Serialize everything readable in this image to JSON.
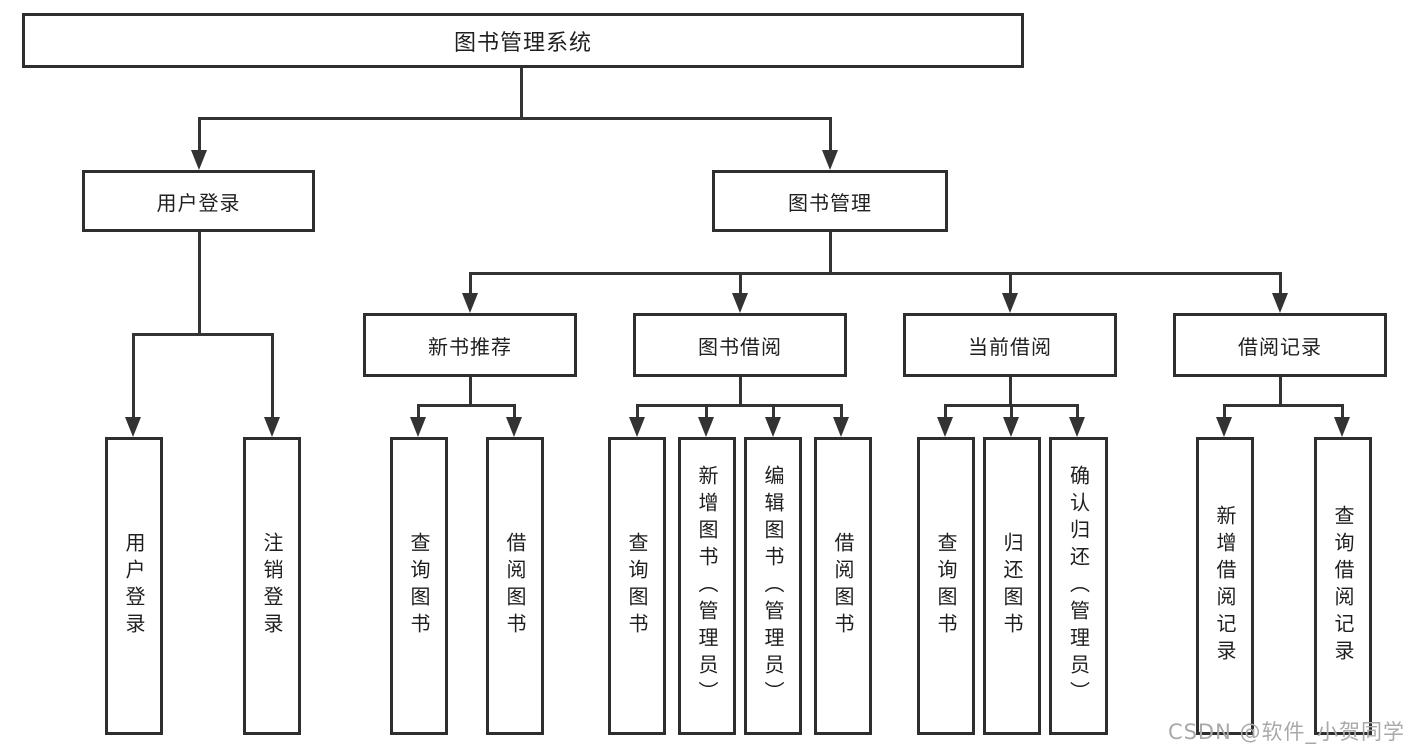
{
  "diagram": {
    "watermark": "CSDN @软件_小贺同学",
    "colors": {
      "line": "#333333",
      "border": "#2e2e2e",
      "text": "#1f1f1f",
      "watermark": "#a9a9a9",
      "background": "#ffffff"
    },
    "tree": {
      "label": "图书管理系统",
      "children": [
        {
          "label": "用户登录",
          "children": [
            {
              "label": "用户登录"
            },
            {
              "label": "注销登录"
            }
          ]
        },
        {
          "label": "图书管理",
          "children": [
            {
              "label": "新书推荐",
              "children": [
                {
                  "label": "查询图书"
                },
                {
                  "label": "借阅图书"
                }
              ]
            },
            {
              "label": "图书借阅",
              "children": [
                {
                  "label": "查询图书"
                },
                {
                  "label": "新增图书（管理员）"
                },
                {
                  "label": "编辑图书（管理员）"
                },
                {
                  "label": "借阅图书"
                }
              ]
            },
            {
              "label": "当前借阅",
              "children": [
                {
                  "label": "查询图书"
                },
                {
                  "label": "归还图书"
                },
                {
                  "label": "确认归还（管理员）"
                }
              ]
            },
            {
              "label": "借阅记录",
              "children": [
                {
                  "label": "新增借阅记录"
                },
                {
                  "label": "查询借阅记录"
                }
              ]
            }
          ]
        }
      ]
    }
  }
}
